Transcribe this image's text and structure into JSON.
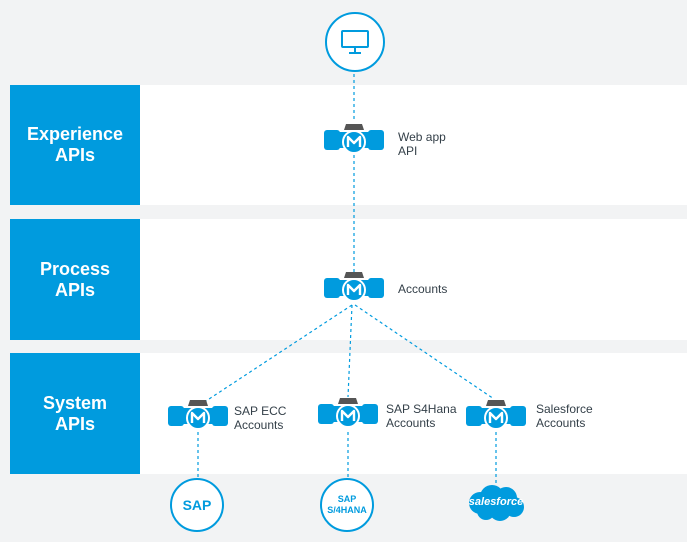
{
  "layers": [
    {
      "line1": "Experience",
      "line2": "APIs"
    },
    {
      "line1": "Process",
      "line2": "APIs"
    },
    {
      "line1": "System",
      "line2": "APIs"
    }
  ],
  "nodes": {
    "web_app": {
      "line1": "Web app",
      "line2": "API"
    },
    "accounts": {
      "line1": "Accounts"
    },
    "sap_ecc": {
      "line1": "SAP ECC",
      "line2": "Accounts"
    },
    "sap_s4": {
      "line1": "SAP S4Hana",
      "line2": "Accounts"
    },
    "salesforce_acc": {
      "line1": "Salesforce",
      "line2": "Accounts"
    }
  },
  "endpoints": {
    "sap": "SAP",
    "s4_line1": "SAP",
    "s4_line2": "S/4HANA",
    "salesforce": "salesforce"
  },
  "client_icon": "monitor-icon",
  "node_icon": "mulesoft-api-icon",
  "colors": {
    "accent": "#009bde",
    "text": "#333f48",
    "band": "#ffffff",
    "background": "#f2f3f4"
  }
}
